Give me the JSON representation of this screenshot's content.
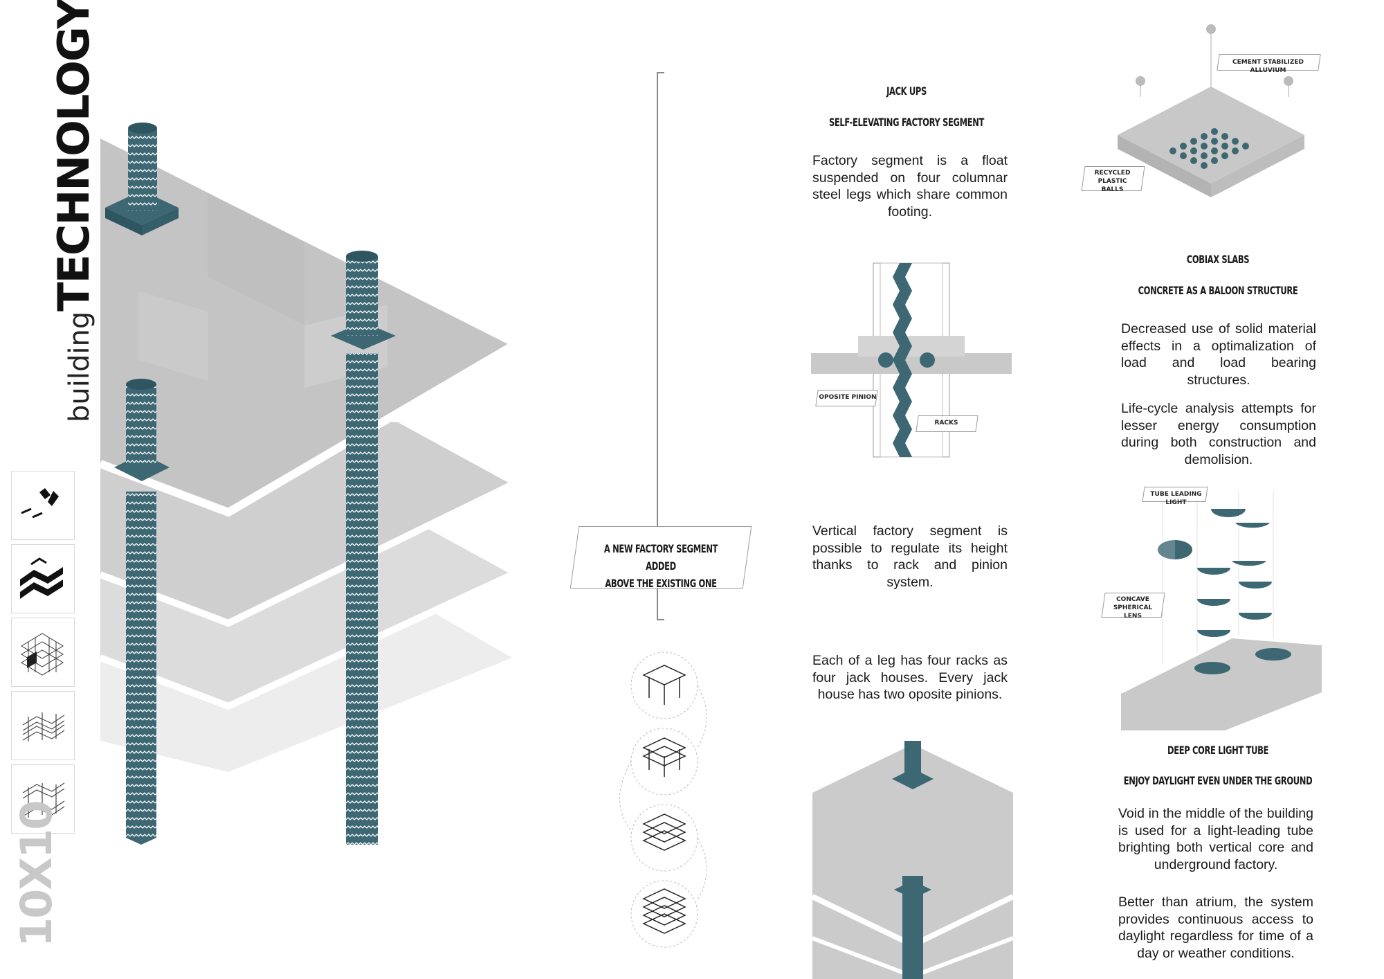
{
  "title": {
    "small": "building",
    "big": "TECHNOLOGY"
  },
  "logo": "10X10",
  "thumbnails": [
    "step-1-icon",
    "step-2-icon",
    "step-3-icon",
    "step-4-icon",
    "step-5-icon"
  ],
  "callout": {
    "line1": "A NEW FACTORY SEGMENT ADDED",
    "line2": "ABOVE THE EXISTING ONE"
  },
  "jack_ups": {
    "heading": "JACK UPS",
    "subheading": "SELF-ELEVATING FACTORY SEGMENT",
    "paragraph1": "Factory segment is a float suspended on four columnar steel legs which share common footing.",
    "paragraph2": "Vertical factory segment is possible to regulate its height thanks to rack and pinion system.",
    "paragraph3": "Each of a leg has four racks as four jack houses. Every jack house has two oposite pinions.",
    "label_pinion": "OPOSITE PINION",
    "label_racks": "RACKS"
  },
  "cobiax": {
    "label_cement": "CEMENT STABILIZED ALLUVIUM",
    "label_balls_1": "RECYCLED PLASTIC",
    "label_balls_2": "BALLS",
    "heading": "COBIAX SLABS",
    "subheading": "CONCRETE AS A BALOON STRUCTURE",
    "paragraph1": "Decreased use of solid material effects in a optimalization of load and load bearing structures.",
    "paragraph2": "Life-cycle analysis attempts for lesser energy consumption during both construction and demolision."
  },
  "light_tube": {
    "label_tube": "TUBE LEADING LIGHT",
    "label_lens_1": "CONCAVE SPHERICAL",
    "label_lens_2": "LENS",
    "heading": "DEEP CORE LIGHT TUBE",
    "subheading": "ENJOY DAYLIGHT EVEN UNDER THE GROUND",
    "paragraph1": "Void in the middle of the building is used for a light-leading tube brighting both vertical core and underground factory.",
    "paragraph2": "Better than atrium, the system provides continuous access to daylight regardless for time of a day or weather conditions."
  },
  "colors": {
    "accent": "#3d6873",
    "concrete": "#c9c9c9",
    "concrete_light": "#e2e2e2"
  }
}
